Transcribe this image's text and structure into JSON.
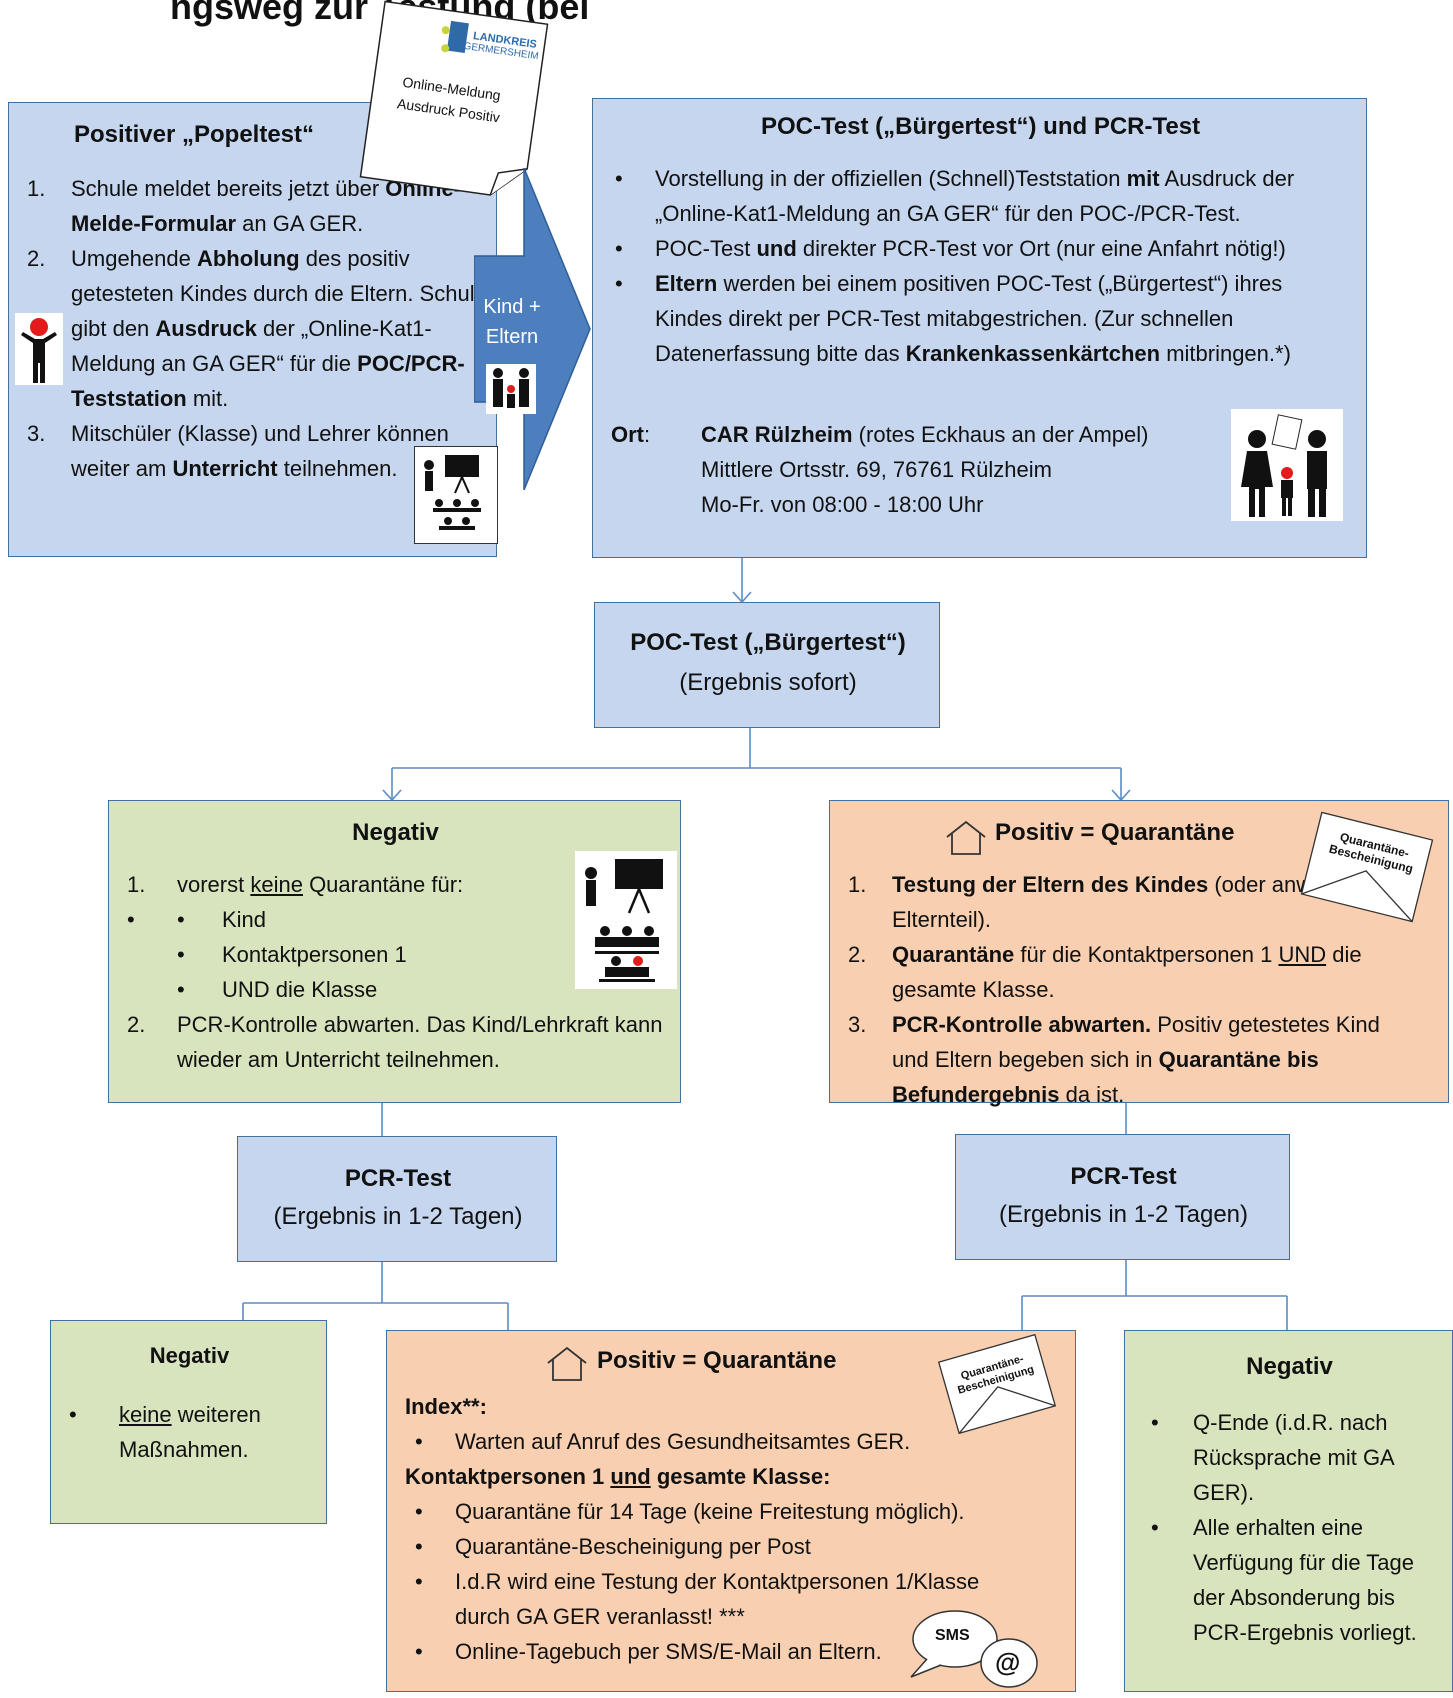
{
  "header_fragment": "ngsweg zur Testung (bei",
  "box1": {
    "title": "Positiver „Popeltest“",
    "items": [
      {
        "n": "1.",
        "parts": [
          [
            "Schule meldet bereits jetzt über ",
            ""
          ],
          [
            "Online-Melde-Formular",
            "b"
          ],
          [
            " an GA GER.",
            ""
          ]
        ]
      },
      {
        "n": "2.",
        "parts": [
          [
            "Umgehende ",
            ""
          ],
          [
            "Abholung",
            "b"
          ],
          [
            " des positiv getesteten Kindes durch die Eltern. Schule gibt den ",
            ""
          ],
          [
            "Ausdruck",
            "b"
          ],
          [
            " der „Online-Kat1-Meldung an GA GER“ für die ",
            ""
          ],
          [
            "POC/PCR-Teststation",
            "b"
          ],
          [
            " mit.",
            ""
          ]
        ]
      },
      {
        "n": "3.",
        "parts": [
          [
            "Mitschüler (Klasse) und Lehrer können weiter am ",
            ""
          ],
          [
            "Unterricht",
            "b"
          ],
          [
            " teilnehmen.",
            ""
          ]
        ]
      }
    ]
  },
  "paper1": {
    "logo_line1": "LANDKREIS",
    "logo_line2": "GERMERSHEIM",
    "text": "Online-Meldung Ausdruck Positiv"
  },
  "arrow": {
    "label": "Kind + Eltern"
  },
  "box2": {
    "title": "POC-Test („Bürgertest“) und PCR-Test",
    "items": [
      [
        [
          "Vorstellung in der offiziellen (Schnell)Teststation ",
          ""
        ],
        [
          "mit",
          "b"
        ],
        [
          " Ausdruck der „Online-Kat1-Meldung an GA GER“ für den POC-/PCR-Test.",
          ""
        ]
      ],
      [
        [
          "POC-Test ",
          ""
        ],
        [
          "und",
          "b"
        ],
        [
          " direkter PCR-Test vor Ort (nur eine Anfahrt nötig!)",
          ""
        ]
      ],
      [
        [
          "Eltern",
          "b"
        ],
        [
          " werden bei einem positiven POC-Test („Bürgertest“) ihres Kindes direkt per PCR-Test mitabgestrichen. (Zur schnellen Datenerfassung bitte das ",
          ""
        ],
        [
          "Krankenkassenkärtchen",
          "b"
        ],
        [
          " mitbringen.*)",
          ""
        ]
      ]
    ],
    "ort_label": "Ort",
    "ort_name": "CAR Rülzheim",
    "ort_rest": " (rotes Eckhaus an der Ampel)",
    "address": "Mittlere Ortsstr. 69, 76761 Rülzheim",
    "hours": "Mo-Fr. von 08:00 - 18:00 Uhr"
  },
  "poc": {
    "title": "POC-Test („Bürgertest“)",
    "sub": "(Ergebnis sofort)"
  },
  "neg1": {
    "title": "Negativ",
    "item1_pre": "vorerst ",
    "item1_u": "keine",
    "item1_post": " Quarantäne für:",
    "bullets": [
      "Kind",
      "Kontaktpersonen 1",
      "UND die Klasse"
    ],
    "item2": "PCR-Kontrolle abwarten. Das Kind/Lehrkraft kann wieder am Unterricht teilnehmen."
  },
  "pos1": {
    "title": "Positiv = Quarantäne",
    "envelope": "Quarantäne-Bescheinigung",
    "items": [
      [
        [
          "Testung der Eltern des Kindes",
          "b"
        ],
        [
          " (oder anwesender Elternteil).",
          ""
        ]
      ],
      [
        [
          "Quarantäne",
          "b"
        ],
        [
          " für die Kontaktpersonen 1 ",
          ""
        ],
        [
          "UND",
          "u"
        ],
        [
          " die gesamte Klasse.",
          ""
        ]
      ],
      [
        [
          "PCR-Kontrolle abwarten.",
          "b"
        ],
        [
          " Positiv getestetes Kind und Eltern begeben sich in ",
          ""
        ],
        [
          "Quarantäne bis Befundergebnis",
          "b"
        ],
        [
          " da ist.",
          ""
        ]
      ]
    ]
  },
  "pcr_left": {
    "title": "PCR-Test",
    "sub": "(Ergebnis in 1-2 Tagen)"
  },
  "pcr_right": {
    "title": "PCR-Test",
    "sub": "(Ergebnis in 1-2 Tagen)"
  },
  "neg2": {
    "title": "Negativ",
    "u": "keine",
    "rest": " weiteren Maßnahmen."
  },
  "pos2": {
    "title": "Positiv = Quarantäne",
    "envelope": "Quarantäne-Bescheinigung",
    "index_label": "Index**:",
    "index_item": "Warten auf Anruf des Gesundheitsamtes GER.",
    "kp_pre": "Kontaktpersonen 1 ",
    "kp_u": "und",
    "kp_post": " gesamte Klasse:",
    "items": [
      "Quarantäne für 14 Tage (keine Freitestung möglich).",
      "Quarantäne-Bescheinigung per Post",
      "I.d.R wird eine Testung der Kontaktpersonen 1/Klasse durch GA GER veranlasst! ***",
      "Online-Tagebuch per SMS/E-Mail an Eltern."
    ],
    "sms": "SMS",
    "at": "@"
  },
  "neg3": {
    "title": "Negativ",
    "items": [
      "Q-Ende (i.d.R. nach Rücksprache mit GA GER).",
      "Alle erhalten eine Verfügung für die Tage der Absonderung bis PCR-Ergebnis vorliegt."
    ]
  }
}
